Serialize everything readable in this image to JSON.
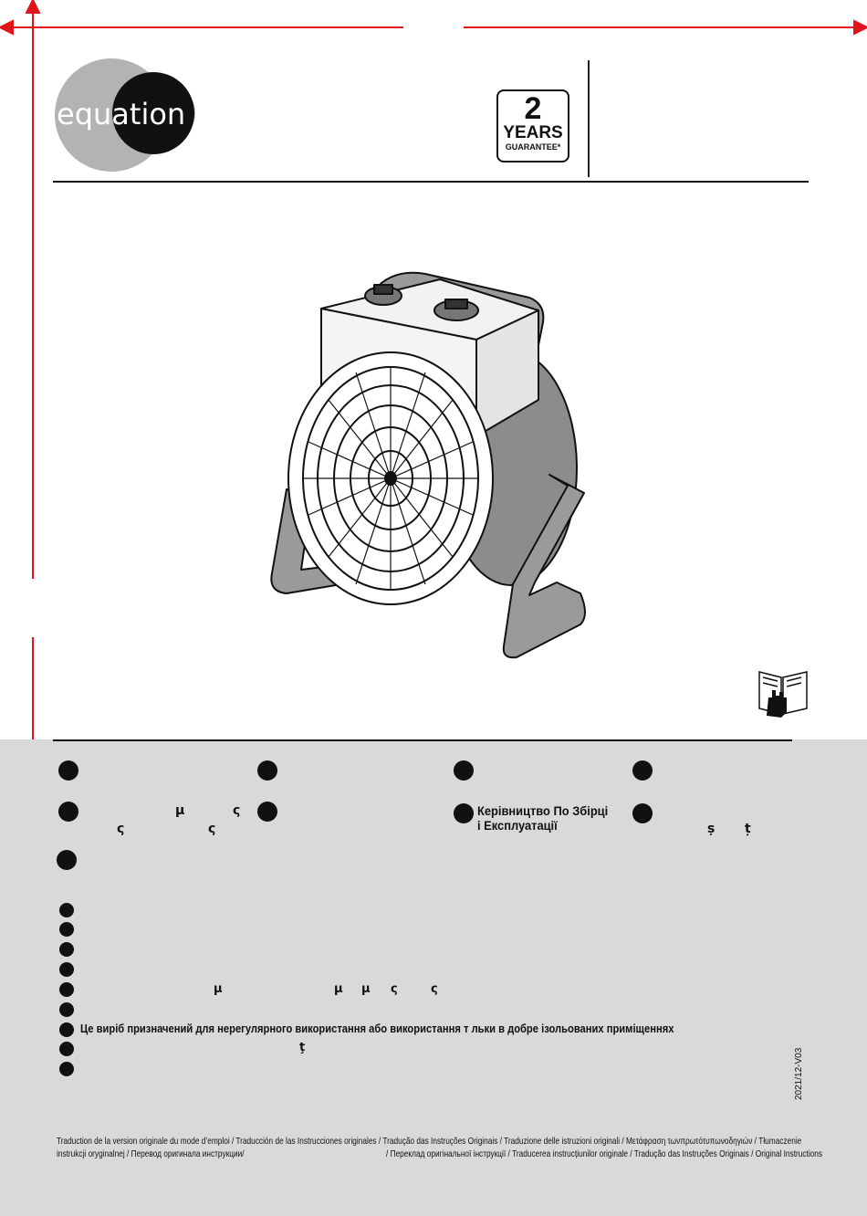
{
  "header": {
    "brand": "equation",
    "guarantee": {
      "number": "2",
      "line1": "YEARS",
      "line2": "GUARANTEE*"
    }
  },
  "languages": [
    {
      "text": ""
    },
    {
      "text": ""
    },
    {
      "text": ""
    },
    {
      "text": ""
    },
    {
      "text": ""
    },
    {
      "text": ""
    },
    {
      "text": "Керівництво По Збірці\nі Експлуатації"
    },
    {
      "text": ""
    },
    {
      "text": ""
    }
  ],
  "fragments": {
    "el_mu": "μ",
    "el_c1": "ς",
    "el_c2": "ς",
    "el_c3": "ς",
    "ro_s": "ș",
    "ro_t": "ț",
    "w5_mu1": "μ",
    "w5_mu2": "μ",
    "w5_mu3": "μ",
    "w5_c1": "ς",
    "w5_c2": "ς",
    "w8_t": "ţ"
  },
  "warnings": {
    "uk": "Це виріб призначений для нерегулярного використання або використання т льки в добре ізольованих приміщеннях"
  },
  "version": "2021/12-V03",
  "footer": {
    "line1": "Traduction de la version originale du mode d’emploi / Traducción de las Instrucciones originales / Tradução das Instruções Originais / Traduzione delle istruzioni originali  / Μετάφραση τωνπρωτότυπωνοδηγιών /  Tłumaczenie",
    "line2a": "instrukcji oryginalnej / Перевод оригинала инструкции/",
    "line2b": "/ Переклад оригінальної інструкції / Traducerea instrucțiunilor originale / Tradução das Instruções Originais / Original Instructions"
  },
  "colors": {
    "accent": "#e2141b",
    "panel": "#d9d9d9",
    "logo_dark": "#111111",
    "logo_grey": "#bdbdbd"
  }
}
